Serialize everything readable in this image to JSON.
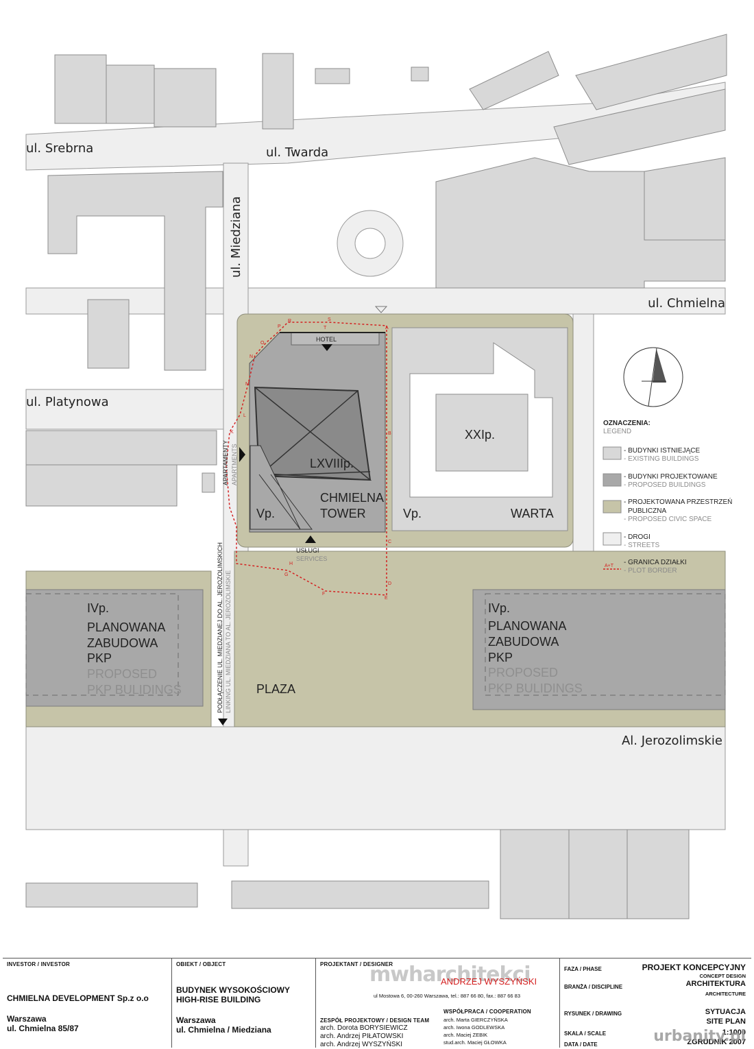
{
  "streets": {
    "srebrna": "ul. Srebrna",
    "twarda": "ul. Twarda",
    "miedziana": "ul. Miedziana",
    "chmielna": "ul. Chmielna",
    "platynowa": "ul. Platynowa",
    "jerozolimskie": "Al. Jerozolimskie"
  },
  "buildings": {
    "hotel": "HOTEL",
    "tower_floors": "LXVIIIp.",
    "tower_name_1": "CHMIELNA",
    "tower_name_2": "TOWER",
    "vp_left": "Vp.",
    "vp_right": "Vp.",
    "warta_floors": "XXIp.",
    "warta_name": "WARTA",
    "apartments_pl": "APARTAMENTY",
    "apartments_en": "APARTMENTS",
    "services_pl": "USŁUGI",
    "services_en": "SERVICES",
    "plaza": "PLAZA",
    "link_pl": "PODŁĄCZENIE UL. MIEDZIANEJ DO AL. JEROZOLIMSKICH",
    "link_en": "LINKING UL. MIEDZIANA TO AL. JEROZOLIMSKIE"
  },
  "pkp_left": [
    "IVp.",
    "PLANOWANA",
    "ZABUDOWA",
    "PKP",
    "PROPOSED",
    "PKP BULIDINGS"
  ],
  "pkp_right": [
    "IVp.",
    "PLANOWANA",
    "ZABUDOWA",
    "PKP",
    "PROPOSED",
    "PKP BULIDINGS"
  ],
  "plot_points": [
    "A",
    "B",
    "C",
    "D",
    "E",
    "F",
    "G",
    "H",
    "K",
    "L",
    "M",
    "N",
    "O",
    "P",
    "R",
    "S",
    "T"
  ],
  "legend": {
    "title": "OZNACZENIA:",
    "subtitle": "LEGEND",
    "items": [
      {
        "pl": "- BUDYNKI ISTNIEJĄCE",
        "en": "- EXISTING BUILDINGS",
        "color": "#d8d8d8"
      },
      {
        "pl": "- BUDYNKI PROJEKTOWANE",
        "en": "- PROPOSED BUILDINGS",
        "color": "#a8a8a8"
      },
      {
        "pl": "- PROJEKTOWANA PRZESTRZEŃ",
        "pl2": "PUBLICZNA",
        "en": "- PROPOSED CIVIC SPACE",
        "color": "#c6c4a8"
      },
      {
        "pl": "- DROGI",
        "en": "- STREETS",
        "color": "#efefef"
      },
      {
        "pl": "- GRANICA DZIAŁKI",
        "en": "- PLOT BORDER",
        "mark": "A+T",
        "color": "#d42020"
      }
    ]
  },
  "colors": {
    "existing": "#d8d8d8",
    "proposed": "#a8a8a8",
    "tower": "#8a8a8a",
    "civic": "#c6c4a8",
    "street": "#efefef",
    "plot": "#d42020"
  },
  "titleblock": {
    "investor_cap": "INVESTOR / INVESTOR",
    "investor_name": "CHMIELNA DEVELOPMENT Sp.z o.o",
    "investor_city": "Warszawa",
    "investor_addr": "ul. Chmielna 85/87",
    "object_cap": "OBIEKT / OBJECT",
    "object_pl": "BUDYNEK WYSOKOŚCIOWY",
    "object_en": "HIGH-RISE BUILDING",
    "object_city": "Warszawa",
    "object_addr": "ul. Chmielna / Miedziana",
    "designer_cap": "PROJEKTANT / DESIGNER",
    "logo": "mwharchitekci",
    "logo_name": "ANDRZEJ WYSZYŃSKI",
    "designer_addr": "ul Mostowa 6, 00-260 Warszawa, tel.: 887 66 80, fax.: 887 66 83",
    "team_cap": "ZESPÓŁ PROJEKTOWY    / DESIGN TEAM",
    "team": [
      "arch. Dorota BORYSIEWICZ",
      "arch. Andrzej PIŁATOWSKI",
      "arch. Andrzej WYSZYŃSKI"
    ],
    "coop_cap": "WSPÓŁPRACA / COOPERATION",
    "coop": [
      "arch. Marta GIERCZYŃSKA",
      "arch. Iwona GODLEWSKA",
      "arch. Maciej ZEBIK",
      "stud.arch. Maciej GŁOWKA"
    ],
    "phase_cap": "FAZA / PHASE",
    "phase_val": "PROJEKT KONCEPCYJNY",
    "phase_sub": "CONCEPT DESIGN",
    "disc_cap": "BRANŻA / DISCIPLINE",
    "disc_val": "ARCHITEKTURA",
    "disc_sub": "ARCHITECTURE",
    "draw_cap": "RYSUNEK / DRAWING",
    "draw_val": "SYTUACJA",
    "draw_sub": "SITE PLAN",
    "scale_cap": "SKALA / SCALE",
    "scale_val": "1:1000",
    "date_cap": "DATA / DATE",
    "date_val": "ZGRUDNIK 2007"
  },
  "watermark": "urbanity.pl"
}
